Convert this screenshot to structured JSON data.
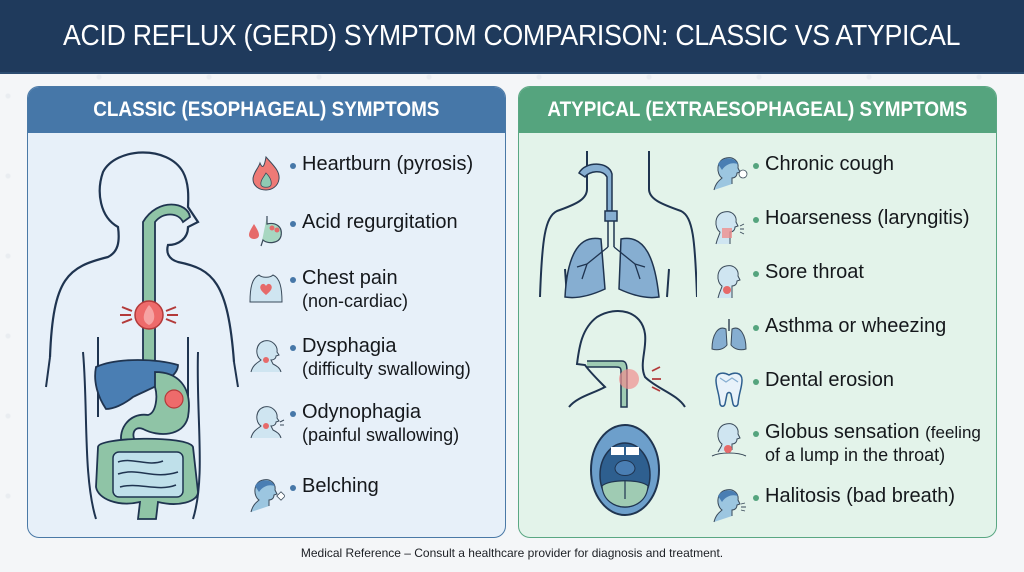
{
  "header": {
    "title": "ACID REFLUX (GERD) SYMPTOM COMPARISON: CLASSIC VS ATYPICAL",
    "bg_color": "#1f3a5c"
  },
  "left_panel": {
    "title": "CLASSIC (ESOPHAGEAL) SYMPTOMS",
    "accent_color": "#4677a8",
    "illustration": "human-digestive-system-with-heartburn",
    "items": [
      {
        "icon": "flame-icon",
        "label": "Heartburn (pyrosis)",
        "sub": ""
      },
      {
        "icon": "stomach-acid-icon",
        "label": "Acid regurgitation",
        "sub": ""
      },
      {
        "icon": "chest-heart-icon",
        "label": "Chest pain",
        "sub": "(non-cardiac)"
      },
      {
        "icon": "throat-swallow-icon",
        "label": "Dysphagia",
        "sub": "(difficulty swallowing)"
      },
      {
        "icon": "throat-pain-icon",
        "label": "Odynophagia",
        "sub": "(painful swallowing)"
      },
      {
        "icon": "belching-head-icon",
        "label": "Belching",
        "sub": ""
      }
    ]
  },
  "right_panel": {
    "title": "ATYPICAL (EXTRAESOPHAGEAL) SYMPTOMS",
    "accent_color": "#55a47e",
    "illustrations": [
      "lungs-airway",
      "throat-side-view",
      "open-mouth"
    ],
    "items": [
      {
        "icon": "cough-head-icon",
        "label": "Chronic cough",
        "extra": ""
      },
      {
        "icon": "larynx-head-icon",
        "label": "Hoarseness (laryngitis)",
        "extra": ""
      },
      {
        "icon": "sore-throat-icon",
        "label": "Sore throat",
        "extra": ""
      },
      {
        "icon": "lungs-icon",
        "label": "Asthma or wheezing",
        "extra": ""
      },
      {
        "icon": "tooth-icon",
        "label": "Dental erosion",
        "extra": ""
      },
      {
        "icon": "globus-head-icon",
        "label": "Globus sensation",
        "extra": "(feeling",
        "sub": "of a lump in the throat)"
      },
      {
        "icon": "breath-head-icon",
        "label": "Halitosis (bad breath)",
        "extra": ""
      }
    ]
  },
  "footer": {
    "text": "Medical Reference – Consult a healthcare provider for diagnosis and treatment."
  }
}
